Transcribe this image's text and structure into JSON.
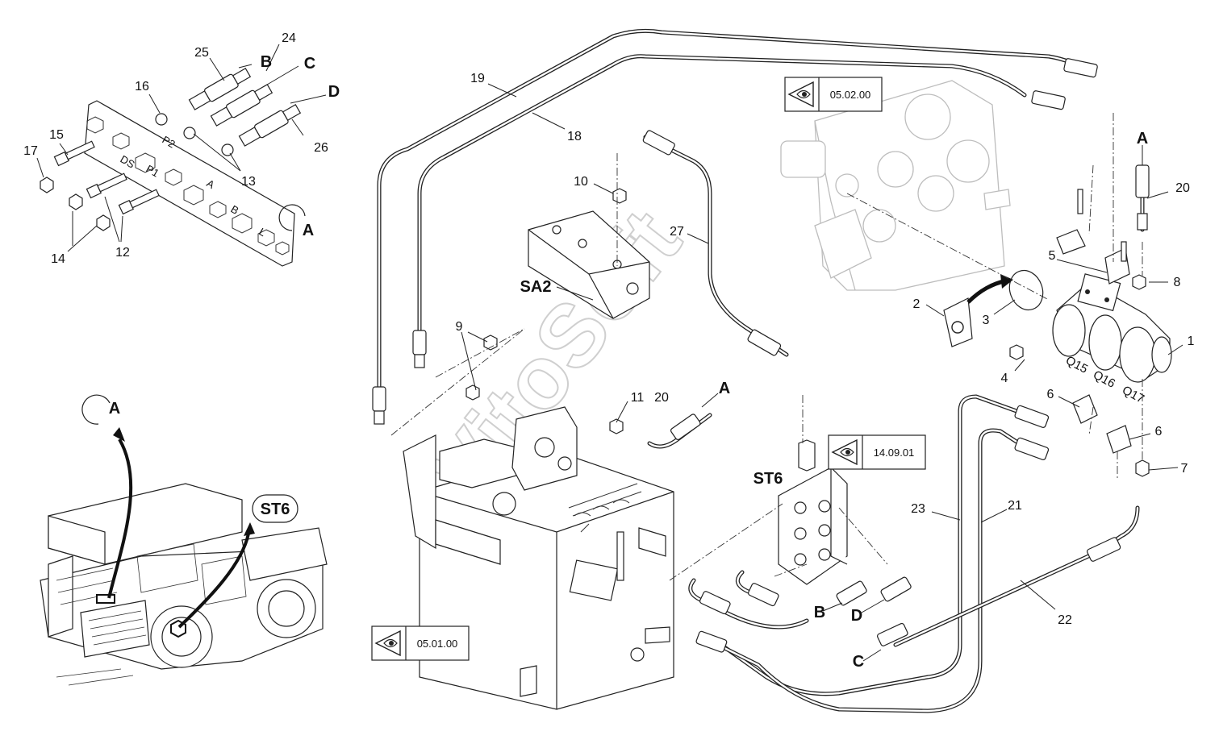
{
  "watermark": "VitoSoft",
  "top_left": {
    "items": [
      "25",
      "24",
      "B",
      "C",
      "D",
      "16",
      "15",
      "17",
      "26",
      "13",
      "14",
      "12",
      "A"
    ],
    "plate_marks": [
      "P2",
      "P1",
      "DS",
      "A",
      "B",
      "L"
    ]
  },
  "callouts": {
    "n19": "19",
    "n18": "18",
    "n10": "10",
    "n27": "27",
    "n9": "9",
    "n11": "11",
    "n20a": "20",
    "n20b": "20",
    "n5": "5",
    "n8": "8",
    "n2": "2",
    "n3": "3",
    "n1": "1",
    "n4": "4",
    "n6a": "6",
    "n6b": "6",
    "n7": "7",
    "n23": "23",
    "n21": "21",
    "n22": "22"
  },
  "letters": {
    "A_top": "A",
    "A_mid": "A",
    "A_machine": "A",
    "B": "B",
    "D": "D",
    "C": "C"
  },
  "groups": {
    "SA2": "SA2",
    "ST6": "ST6",
    "ST6_machine": "ST6"
  },
  "pump_labels": [
    "Q15",
    "Q16",
    "Q17"
  ],
  "references": {
    "ref_gearbox": "05.02.00",
    "ref_manifold": "14.09.01",
    "ref_tank": "05.01.00"
  }
}
